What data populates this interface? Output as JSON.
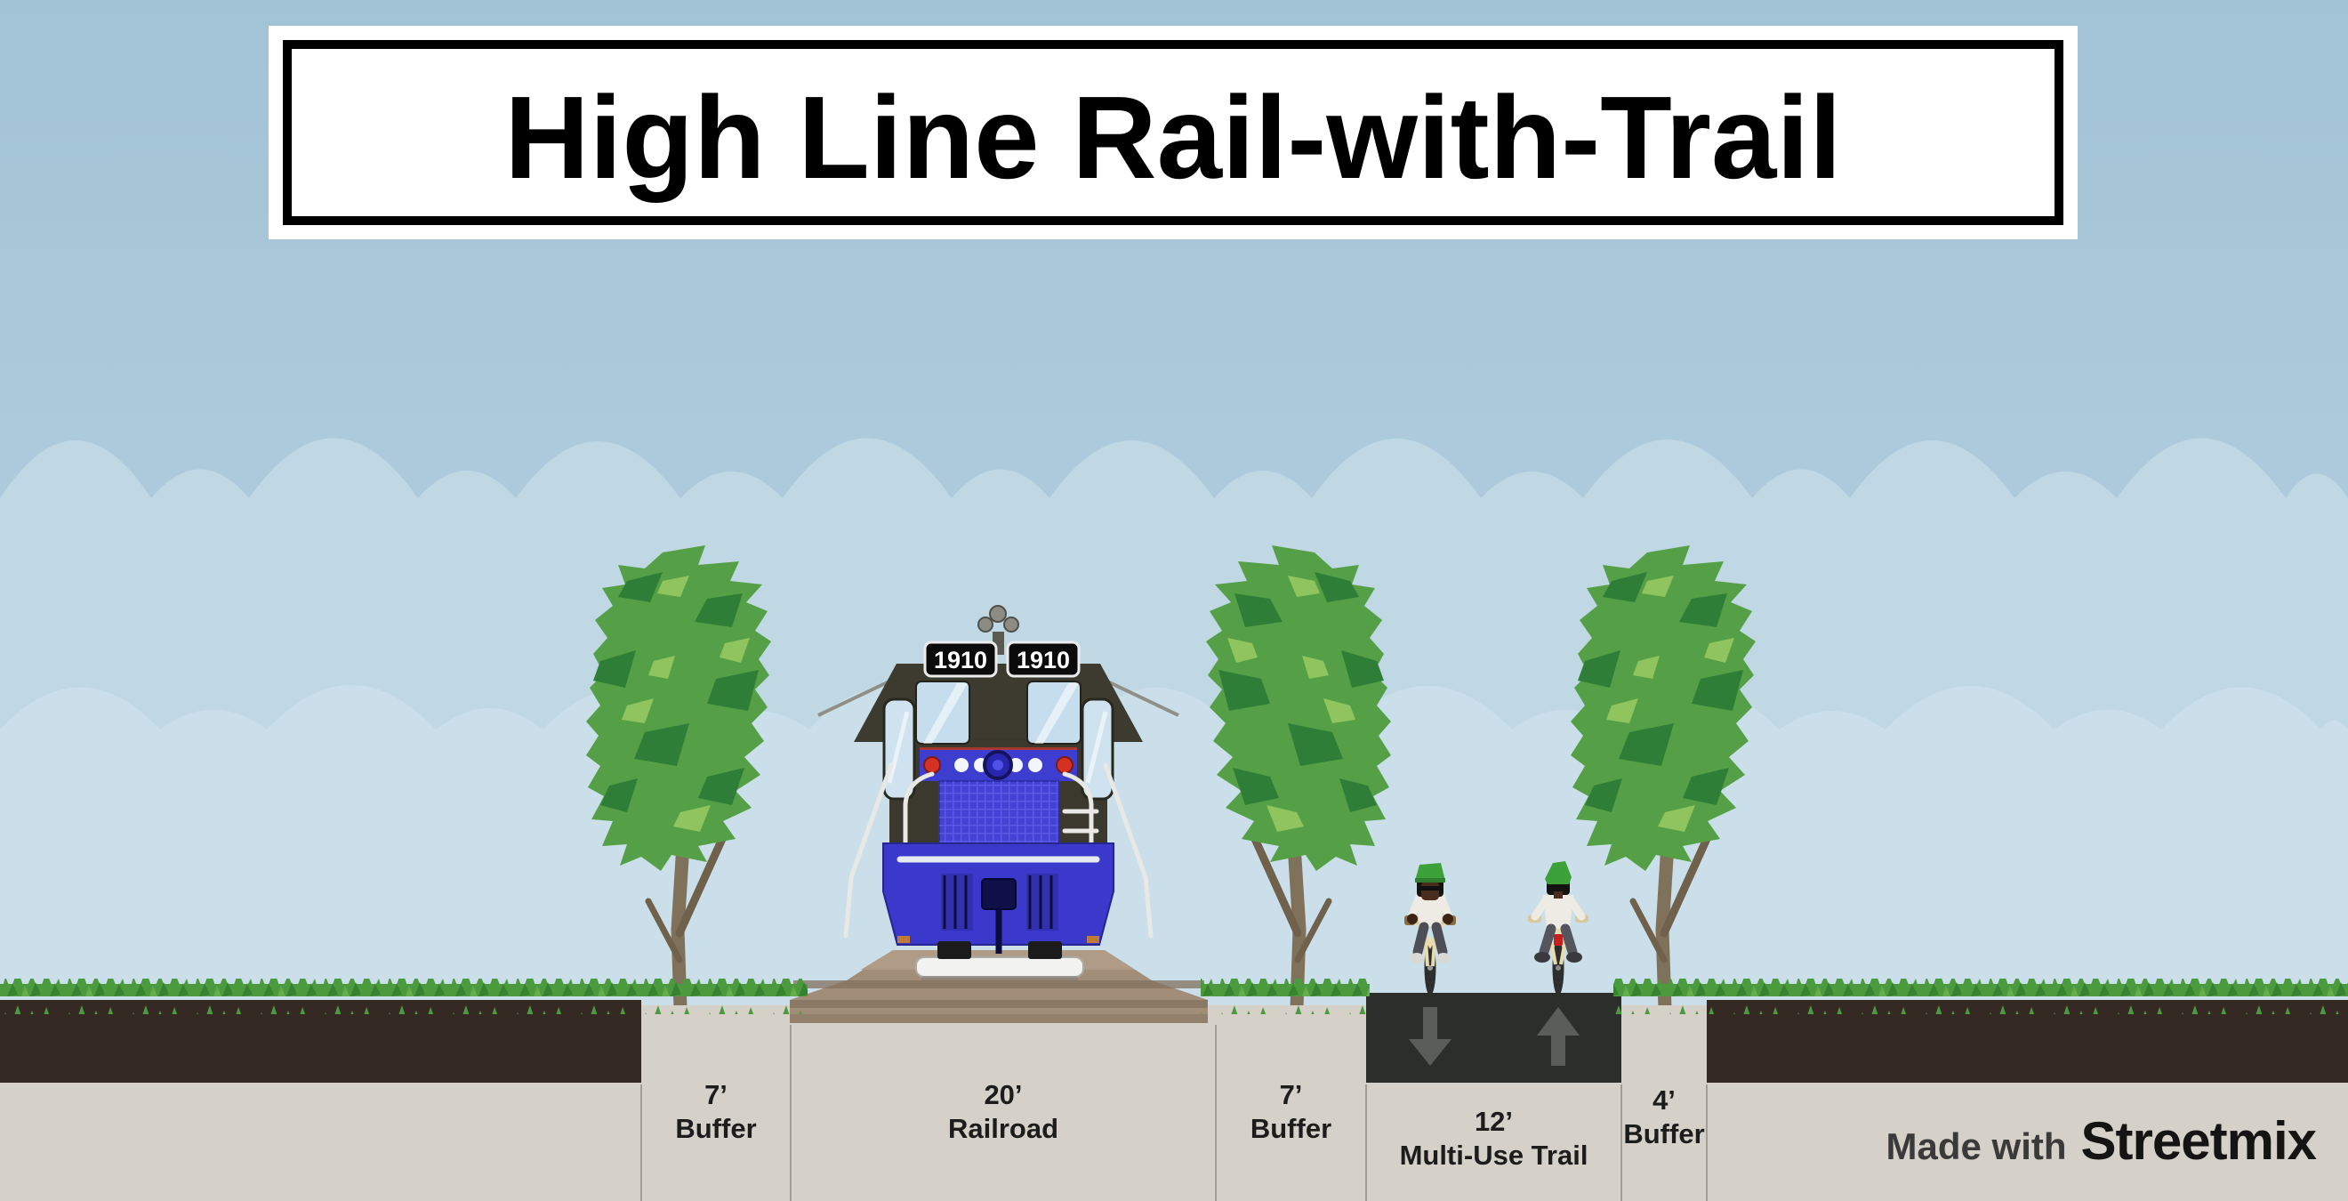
{
  "title": {
    "text": "High Line Rail-with-Trail"
  },
  "credit": {
    "prefix": "Made with",
    "brand": "Streetmix"
  },
  "train": {
    "number_boards": [
      "1910",
      "1910"
    ]
  },
  "trail": {
    "lane_arrows": [
      "down",
      "up"
    ]
  },
  "segments": [
    {
      "width_label": "7’",
      "name": "Buffer"
    },
    {
      "width_label": "20’",
      "name": "Railroad"
    },
    {
      "width_label": "7’",
      "name": "Buffer"
    },
    {
      "width_label": "12’",
      "name": "Multi-Use Trail"
    },
    {
      "width_label": "4’",
      "name": "Buffer"
    }
  ],
  "colors": {
    "sky_top": "#a2c3d6",
    "sky_bottom": "#b6d1e0",
    "cloud_band_1": "#bfd8e4",
    "cloud_band_2": "#cadfe9",
    "grass": "#4c9a3e",
    "grass_dark": "#35822f",
    "soil": "#342a23",
    "surface_beige": "#d5d1c8",
    "asphalt": "#2c2e2c",
    "lane_arrow": "#5a5e5b",
    "ballast": "#a28d78",
    "rail": "#f2f2f0",
    "tree_canopy": "#55a047",
    "tree_canopy_dark": "#2f7e37",
    "tree_canopy_light": "#8fc45e",
    "tree_trunk": "#80715a",
    "loco_body": "#3b392d",
    "loco_blue": "#4342d4",
    "helmet_green": "#3ba138",
    "label_text": "#1c1c1c"
  }
}
